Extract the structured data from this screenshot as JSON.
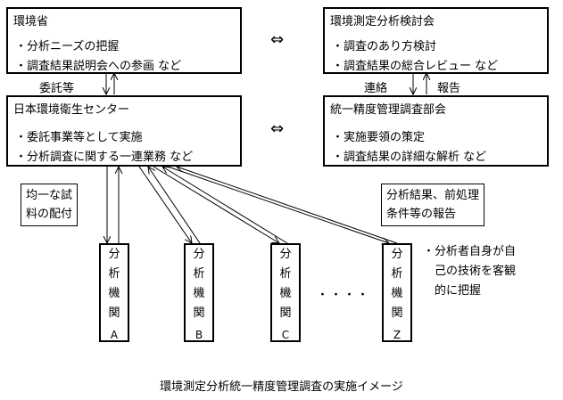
{
  "boxes": {
    "env_ministry": {
      "title": "環境省",
      "items": [
        "・分析ニーズの把握",
        "・調査結果説明会への参画 など"
      ]
    },
    "review_committee": {
      "title": "環境測定分析検討会",
      "items": [
        "・調査のあり方検討",
        "・調査結果の総合レビュー など"
      ]
    },
    "center": {
      "title": "日本環境衛生センター",
      "items": [
        "・委託事業等として実施",
        "・分析調査に関する一連業務 など"
      ]
    },
    "subcommittee": {
      "title": "統一精度管理調査部会",
      "items": [
        "・実施要領の策定",
        "・調査結果の詳細な解析 など"
      ]
    }
  },
  "symbols": {
    "double_arrow": "⇔"
  },
  "labels": {
    "entrust": "委託等",
    "contact": "連絡",
    "report": "報告",
    "dots": "・・・・"
  },
  "notes": {
    "distribution": [
      "均一な試",
      "料の配付"
    ],
    "results_report": [
      "分析結果、前処理",
      "条件等の報告"
    ]
  },
  "labs": [
    {
      "chars": [
        "分",
        "析",
        "機",
        "関"
      ],
      "suffix": "A"
    },
    {
      "chars": [
        "分",
        "析",
        "機",
        "関"
      ],
      "suffix": "B"
    },
    {
      "chars": [
        "分",
        "析",
        "機",
        "関"
      ],
      "suffix": "C"
    },
    {
      "chars": [
        "分",
        "析",
        "機",
        "関"
      ],
      "suffix": "Z"
    }
  ],
  "side_note": [
    "・分析者自身が自",
    "己の技術を客観",
    "的に把握"
  ],
  "caption": "環境測定分析統一精度管理調査の実施イメージ"
}
